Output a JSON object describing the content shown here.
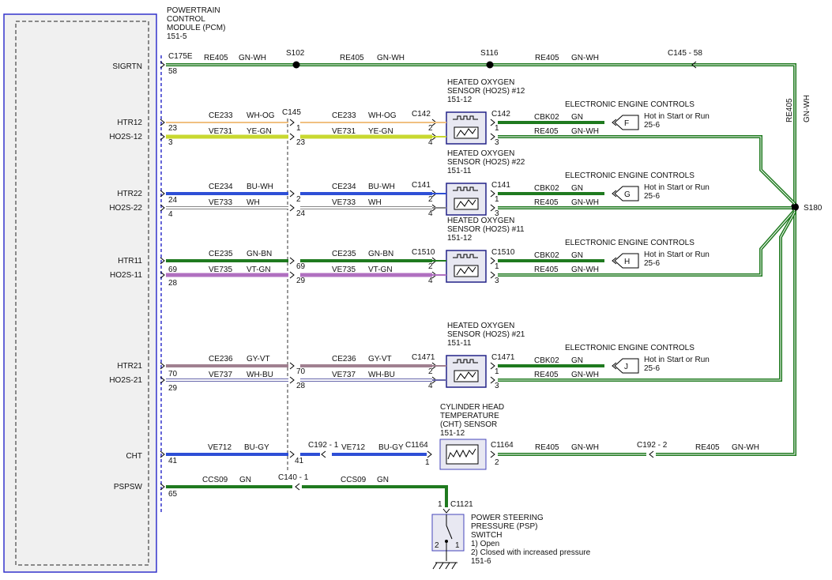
{
  "pcm": {
    "title_lines": [
      "POWERTRAIN",
      "CONTROL",
      "MODULE (PCM)",
      "151-5"
    ]
  },
  "pins": {
    "sigrtn": "SIGRTN",
    "htr12": "HTR12",
    "ho2s12": "HO2S-12",
    "htr22": "HTR22",
    "ho2s22": "HO2S-22",
    "htr11": "HTR11",
    "ho2s11": "HO2S-11",
    "htr21": "HTR21",
    "ho2s21": "HO2S-21",
    "cht": "CHT",
    "pspsw": "PSPSW"
  },
  "pin_numbers": {
    "sigrtn": "58",
    "htr12": "23",
    "ho2s12": "3",
    "htr22": "24",
    "ho2s22": "4",
    "htr11": "69",
    "ho2s11": "28",
    "htr21": "70",
    "ho2s21": "29",
    "cht": "41",
    "pspsw": "65"
  },
  "sigrtn_line": {
    "c175e": "C175E",
    "re405": "RE405",
    "gnwh": "GN-WH",
    "s102": "S102",
    "s116": "S116",
    "c145_58": "C145 -  58"
  },
  "colors": {
    "green": "#1f7a1f",
    "orange_tan": "#f0c080",
    "yellow_green": "#c8d830",
    "blue": "#2e4fd6",
    "vt_gn": "#b070c0",
    "gy_vt": "#a08090",
    "wh": "#ffffff",
    "gray_outline": "#888888",
    "pcm_border": "#3333cc"
  },
  "connectors": {
    "c145": "C145"
  },
  "sensors": [
    {
      "title": [
        "HEATED OXYGEN",
        "SENSOR (HO2S) #12",
        "151-12"
      ],
      "htr_circuit": "CE233",
      "htr_color": "WH-OG",
      "htr_pin_in": "23",
      "htr_pin_mid": "1",
      "ho2s_circuit": "VE731",
      "ho2s_color": "YE-GN",
      "ho2s_pin_in": "3",
      "ho2s_pin_mid": "23",
      "conn_left": "C142",
      "pin2": "2",
      "pin4": "4",
      "conn_right": "C142",
      "pin1": "1",
      "pin3": "3",
      "cbk": "CBK02",
      "gn": "GN",
      "re405": "RE405",
      "gnwh": "GN-WH",
      "eec": "ELECTRONIC ENGINE CONTROLS",
      "letter": "F",
      "hot": "Hot in Start or Run",
      "ref": "25-6"
    },
    {
      "title": [
        "HEATED OXYGEN",
        "SENSOR (HO2S) #22",
        "151-11"
      ],
      "htr_circuit": "CE234",
      "htr_color": "BU-WH",
      "htr_pin_in": "24",
      "htr_pin_mid": "2",
      "ho2s_circuit": "VE733",
      "ho2s_color": "WH",
      "ho2s_pin_in": "4",
      "ho2s_pin_mid": "24",
      "conn_left": "C141",
      "pin2": "2",
      "pin4": "4",
      "conn_right": "C141",
      "pin1": "1",
      "pin3": "3",
      "cbk": "CBK02",
      "gn": "GN",
      "re405": "RE405",
      "gnwh": "GN-WH",
      "eec": "ELECTRONIC ENGINE CONTROLS",
      "letter": "G",
      "hot": "Hot in Start or Run",
      "ref": "25-6"
    },
    {
      "title": [
        "HEATED OXYGEN",
        "SENSOR (HO2S) #11",
        "151-12"
      ],
      "htr_circuit": "CE235",
      "htr_color": "GN-BN",
      "htr_pin_in": "69",
      "htr_pin_mid": "69",
      "ho2s_circuit": "VE735",
      "ho2s_color": "VT-GN",
      "ho2s_pin_in": "28",
      "ho2s_pin_mid": "29",
      "conn_left": "C1510",
      "pin2": "2",
      "pin4": "4",
      "conn_right": "C1510",
      "pin1": "1",
      "pin3": "3",
      "cbk": "CBK02",
      "gn": "GN",
      "re405": "RE405",
      "gnwh": "GN-WH",
      "eec": "ELECTRONIC ENGINE CONTROLS",
      "letter": "H",
      "hot": "Hot in Start or Run",
      "ref": "25-6"
    },
    {
      "title": [
        "HEATED OXYGEN",
        "SENSOR (HO2S) #21",
        "151-11"
      ],
      "htr_circuit": "CE236",
      "htr_color": "GY-VT",
      "htr_pin_in": "70",
      "htr_pin_mid": "70",
      "ho2s_circuit": "VE737",
      "ho2s_color": "WH-BU",
      "ho2s_pin_in": "29",
      "ho2s_pin_mid": "28",
      "conn_left": "C1471",
      "pin2": "2",
      "pin4": "4",
      "conn_right": "C1471",
      "pin1": "1",
      "pin3": "3",
      "cbk": "CBK02",
      "gn": "GN",
      "re405": "RE405",
      "gnwh": "GN-WH",
      "eec": "ELECTRONIC ENGINE CONTROLS",
      "letter": "J",
      "hot": "Hot in Start or Run",
      "ref": "25-6"
    }
  ],
  "right_bus": {
    "re405": "RE405",
    "gnwh": "GN-WH",
    "s180": "S180"
  },
  "cht": {
    "title": [
      "CYLINDER HEAD",
      "TEMPERATURE",
      "(CHT) SENSOR",
      "151-12"
    ],
    "circuit": "VE712",
    "color": "BU-GY",
    "c192_1": "C192 - 1",
    "pin41": "41",
    "c1164_left": "C1164",
    "pin1": "1",
    "c1164_right": "C1164",
    "pin2": "2",
    "re405_a": "RE405",
    "gnwh_a": "GN-WH",
    "c192_2": "C192 - 2",
    "re405_b": "RE405",
    "gnwh_b": "GN-WH"
  },
  "psp": {
    "circuit": "CCS09",
    "color": "GN",
    "c140_1": "C140 - 1",
    "pin1": "1",
    "c1121": "C1121",
    "title": [
      "POWER STEERING",
      "PRESSURE (PSP)",
      "SWITCH",
      "1) Open",
      "2) Closed with increased pressure",
      "151-6"
    ],
    "sw_pin2": "2",
    "sw_pin1": "1"
  }
}
